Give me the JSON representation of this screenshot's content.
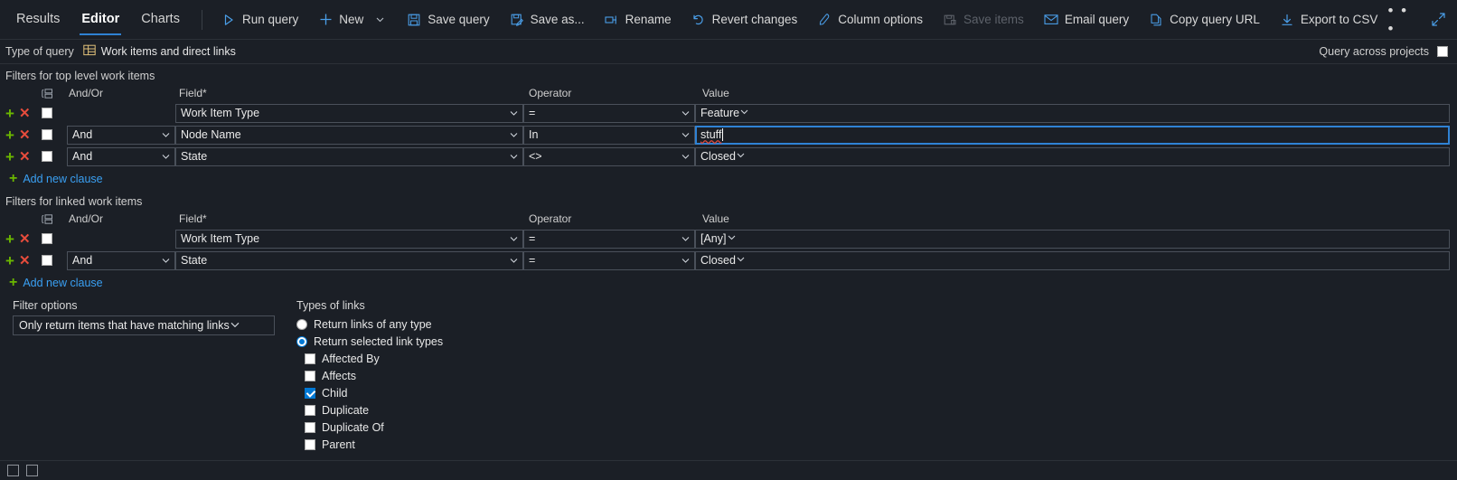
{
  "toolbar": {
    "tabs": [
      {
        "label": "Results",
        "active": false
      },
      {
        "label": "Editor",
        "active": true
      },
      {
        "label": "Charts",
        "active": false
      }
    ],
    "commands": [
      {
        "label": "Run query",
        "icon": "play-icon",
        "disabled": false,
        "dropdown": false
      },
      {
        "label": "New",
        "icon": "plus-icon",
        "disabled": false,
        "dropdown": true
      },
      {
        "label": "Save query",
        "icon": "save-icon",
        "disabled": false,
        "dropdown": false
      },
      {
        "label": "Save as...",
        "icon": "save-as-icon",
        "disabled": false,
        "dropdown": false
      },
      {
        "label": "Rename",
        "icon": "rename-icon",
        "disabled": false,
        "dropdown": false
      },
      {
        "label": "Revert changes",
        "icon": "undo-icon",
        "disabled": false,
        "dropdown": false
      },
      {
        "label": "Column options",
        "icon": "columns-icon",
        "disabled": false,
        "dropdown": false
      },
      {
        "label": "Save items",
        "icon": "save-items-icon",
        "disabled": true,
        "dropdown": false
      },
      {
        "label": "Email query",
        "icon": "mail-icon",
        "disabled": false,
        "dropdown": false
      },
      {
        "label": "Copy query URL",
        "icon": "copy-icon",
        "disabled": false,
        "dropdown": false
      },
      {
        "label": "Export to CSV",
        "icon": "download-icon",
        "disabled": false,
        "dropdown": false
      }
    ],
    "overflow_label": "• • •",
    "expand_icon": "expand-diagonal-icon"
  },
  "query_type": {
    "label": "Type of query",
    "value": "Work items and direct links",
    "icon": "work-items-links-icon",
    "across_projects_label": "Query across projects",
    "across_projects_checked": false
  },
  "top_level": {
    "title": "Filters for top level work items",
    "headers": {
      "group": "group-icon",
      "andor": "And/Or",
      "field": "Field*",
      "operator": "Operator",
      "value": "Value"
    },
    "rows": [
      {
        "checked": false,
        "andor": "",
        "field": "Work Item Type",
        "operator": "=",
        "value": "Feature",
        "value_focused": false,
        "misspelled": false
      },
      {
        "checked": false,
        "andor": "And",
        "field": "Node Name",
        "operator": "In",
        "value": "stuff",
        "value_focused": true,
        "misspelled": true
      },
      {
        "checked": false,
        "andor": "And",
        "field": "State",
        "operator": "<>",
        "value": "Closed",
        "value_focused": false,
        "misspelled": false
      }
    ],
    "add_clause": "Add new clause"
  },
  "linked": {
    "title": "Filters for linked work items",
    "headers": {
      "group": "group-icon",
      "andor": "And/Or",
      "field": "Field*",
      "operator": "Operator",
      "value": "Value"
    },
    "rows": [
      {
        "checked": false,
        "andor": "",
        "field": "Work Item Type",
        "operator": "=",
        "value": "[Any]",
        "value_focused": false,
        "misspelled": false
      },
      {
        "checked": false,
        "andor": "And",
        "field": "State",
        "operator": "=",
        "value": "Closed",
        "value_focused": false,
        "misspelled": false
      }
    ],
    "add_clause": "Add new clause"
  },
  "filter_options": {
    "label": "Filter options",
    "value": "Only return items that have matching links"
  },
  "types_of_links": {
    "label": "Types of links",
    "radios": [
      {
        "label": "Return links of any type",
        "selected": false
      },
      {
        "label": "Return selected link types",
        "selected": true
      }
    ],
    "checkboxes": [
      {
        "label": "Affected By",
        "checked": false
      },
      {
        "label": "Affects",
        "checked": false
      },
      {
        "label": "Child",
        "checked": true
      },
      {
        "label": "Duplicate",
        "checked": false
      },
      {
        "label": "Duplicate Of",
        "checked": false
      },
      {
        "label": "Parent",
        "checked": false
      }
    ]
  },
  "colors": {
    "background": "#1b1f26",
    "accent_blue": "#2f82d4",
    "link_blue": "#3aa0f3",
    "add_green": "#6bb700",
    "delete_red": "#e74c3c",
    "checkbox_checked": "#0078d4",
    "misspell_red": "#e04a3f",
    "border": "#4a505a",
    "disabled_text": "#5c6169"
  }
}
